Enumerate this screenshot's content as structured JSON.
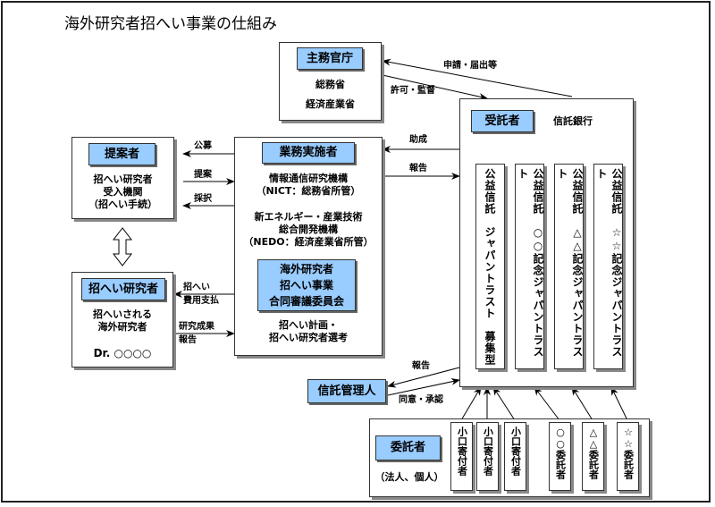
{
  "title": "海外研究者招へい事業の仕組み",
  "ministry": {
    "header": "主務官庁",
    "lines": [
      "総務省",
      "経済産業省"
    ]
  },
  "trustee": {
    "header": "受託者",
    "name": "信託銀行"
  },
  "proposer": {
    "header": "提案者",
    "lines": [
      "招へい研究者",
      "受入機関",
      "（招へい手続）"
    ]
  },
  "implementer": {
    "header": "業務実施者",
    "lines": [
      "情報通信研究機構",
      "（NICT：総務省所管）",
      "",
      "新エネルギー・産業技術",
      "総合開発機構",
      "（NEDO：経済産業省所管）"
    ],
    "committee": [
      "海外研究者",
      "招へい事業",
      "合同審議委員会"
    ],
    "footer": [
      "招へい計画・",
      "招へい研究者選考"
    ]
  },
  "researcher": {
    "header": "招へい研究者",
    "lines": [
      "招へいされる",
      "海外研究者"
    ],
    "name": "Dr. ○○○○"
  },
  "trust_manager": {
    "header": "信託管理人"
  },
  "entrustors": {
    "header": "委託者",
    "sub": "（法人、個人）",
    "items": [
      "小口寄付者",
      "小口寄付者",
      "小口寄付者",
      "○○委託者",
      "△△委託者",
      "☆☆委託者"
    ]
  },
  "trusts": [
    "公益信託　ジャパントラスト　募集型",
    "公益信託　○○記念ジャパントラスト",
    "公益信託　△△記念ジャパントラスト",
    "公益信託　☆☆記念ジャパントラスト"
  ],
  "arrows": {
    "application": "申請・届出等",
    "permission": "許可・監督",
    "subsidy": "助成",
    "report_to_trustee": "報告",
    "recruit": "公募",
    "proposal": "提案",
    "adoption": "採択",
    "payment": [
      "招へい",
      "費用支払"
    ],
    "results": [
      "研究成果",
      "報告"
    ],
    "manager_report": "報告",
    "consent": "同意・承認"
  }
}
